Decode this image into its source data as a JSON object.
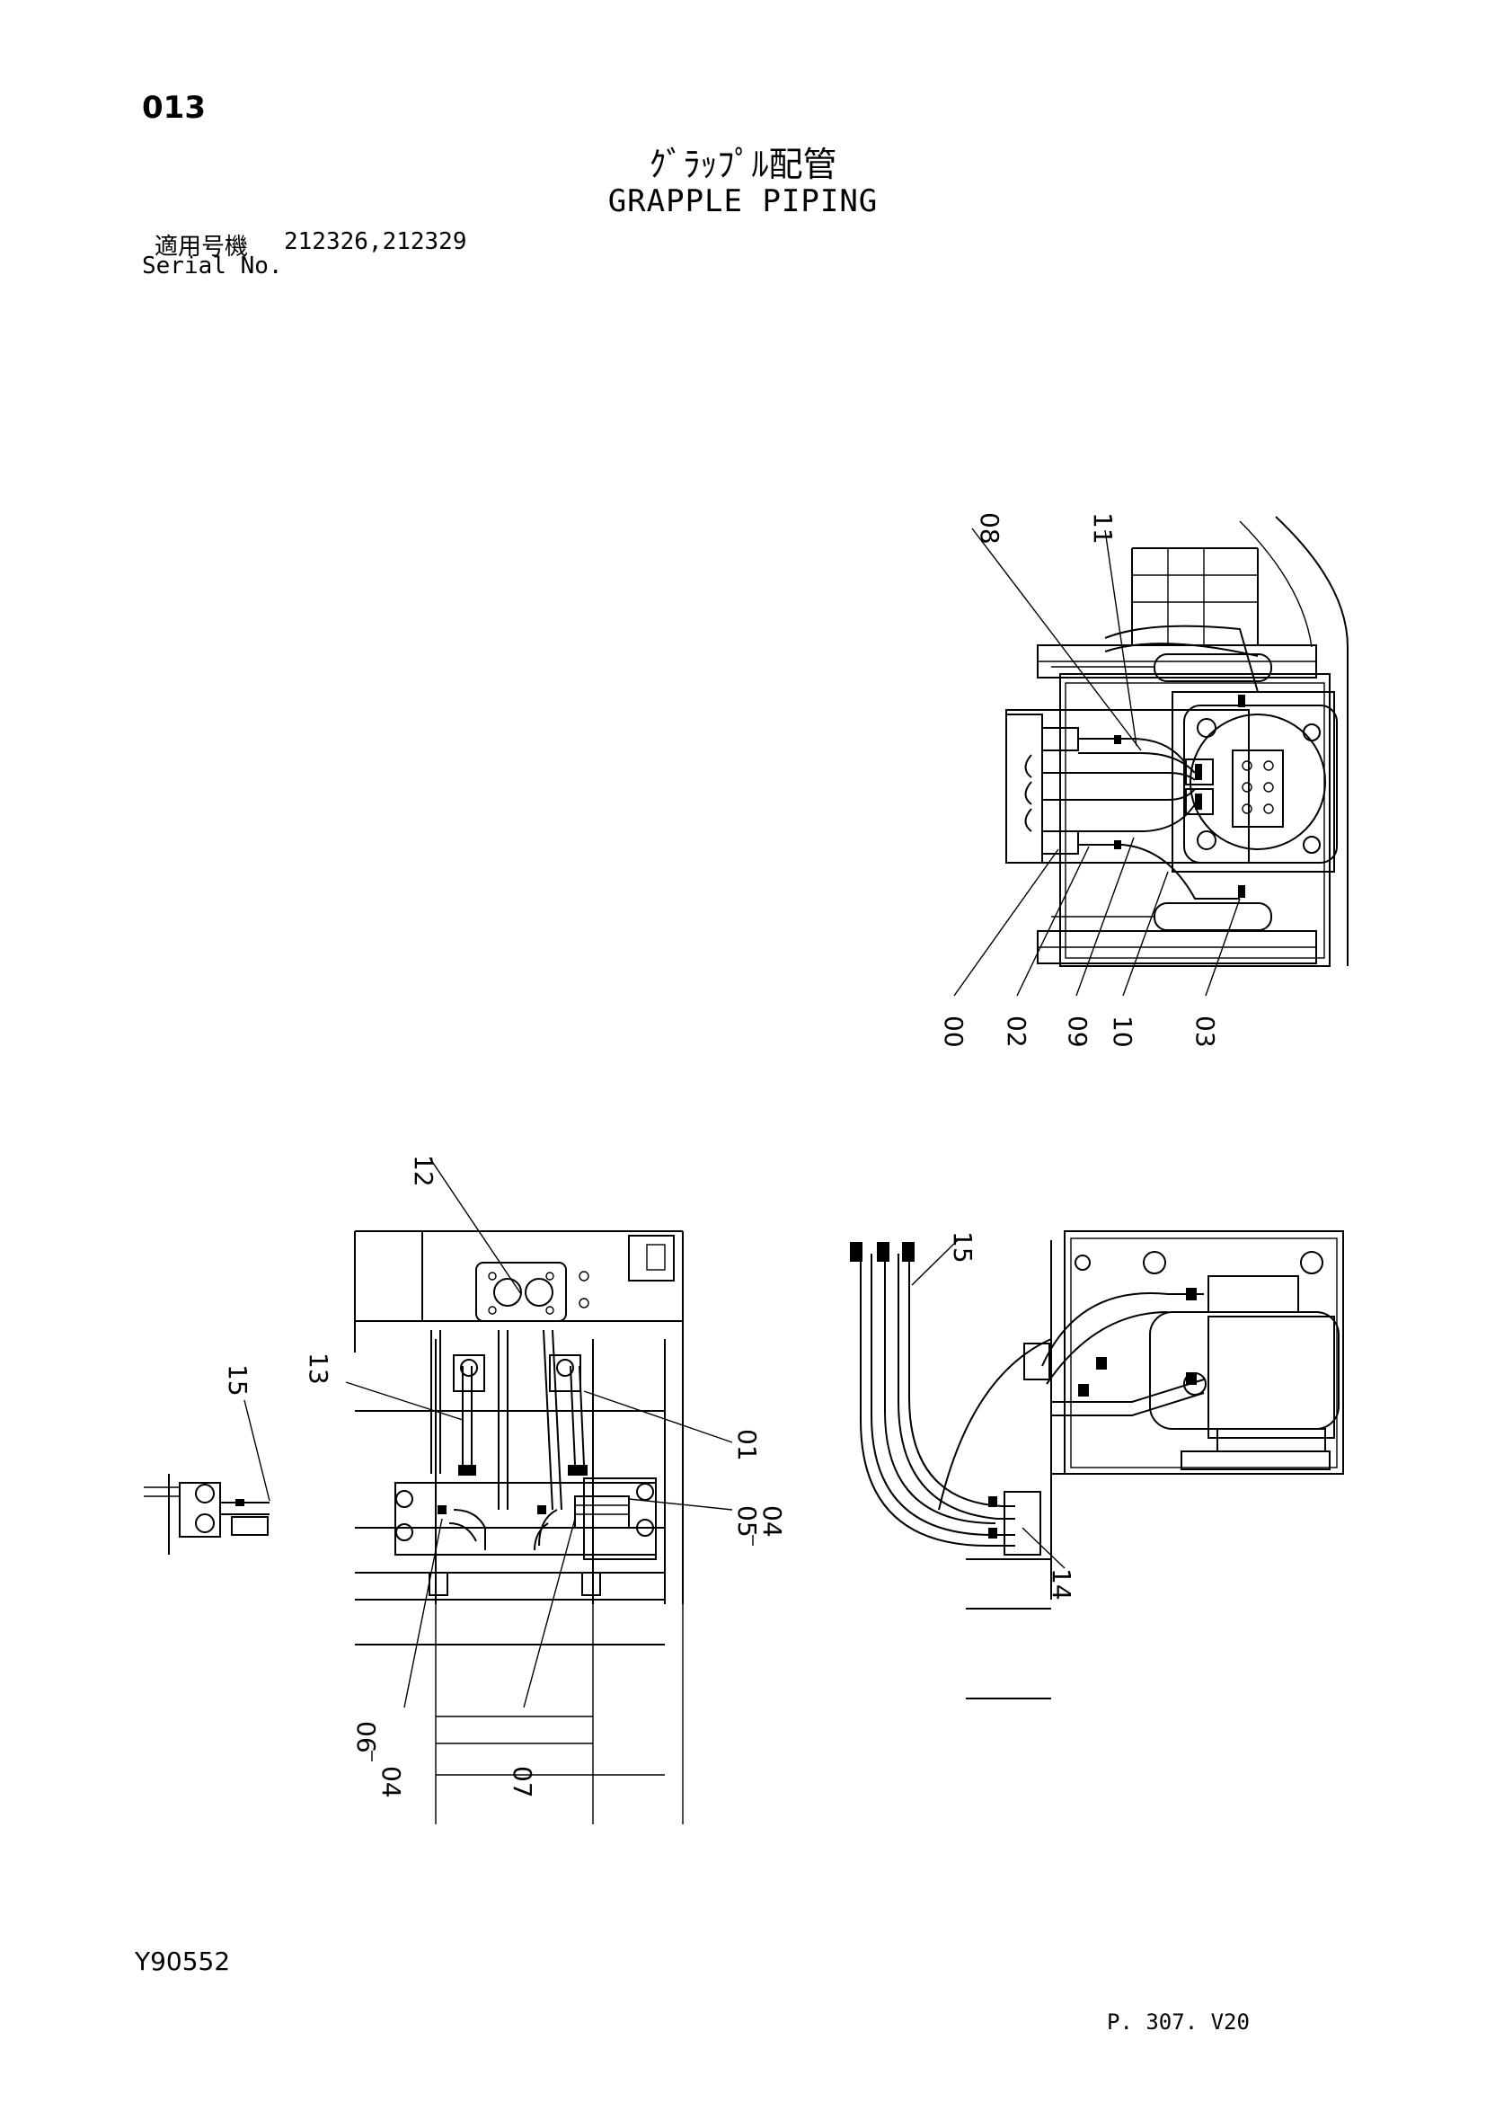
{
  "header": {
    "sheet_number": "013",
    "title_ja": "ｸﾞﾗｯﾌﾟﾙ配管",
    "title_en": "GRAPPLE PIPING",
    "serial_label_ja": "適用号機",
    "serial_values": "212326,212329",
    "serial_label_en": "Serial No."
  },
  "footer": {
    "drawing_number": "Y90552",
    "page_number": "P. 307. V20"
  },
  "callouts": {
    "c08": "08",
    "c11": "11",
    "c00": "00",
    "c02": "02",
    "c09": "09",
    "c10": "10",
    "c03": "03",
    "c12": "12",
    "c13": "13",
    "c15a": "15",
    "c01": "01",
    "c05": "05",
    "c04a": "04",
    "c06": "06",
    "c04b": "04",
    "c07": "07",
    "c15b": "15",
    "c14": "14"
  }
}
